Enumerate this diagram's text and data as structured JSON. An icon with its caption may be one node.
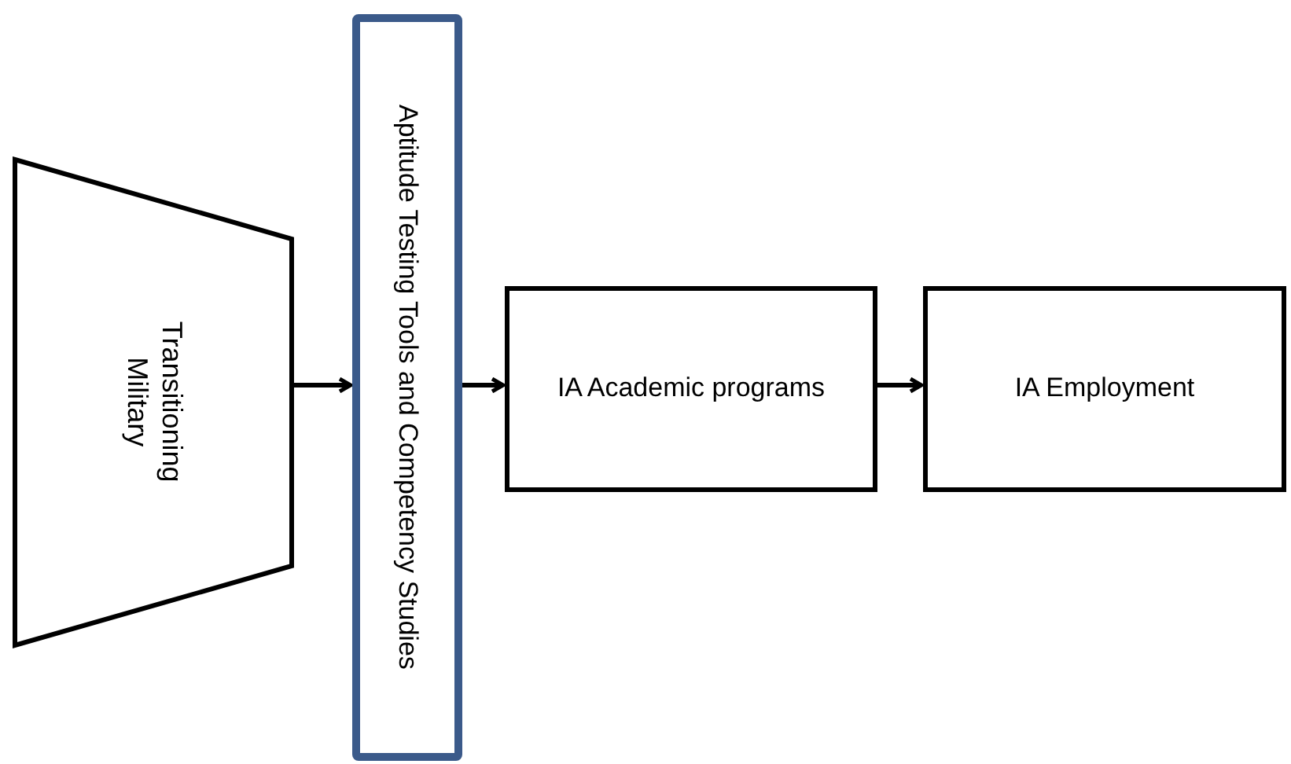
{
  "diagram": {
    "nodes": [
      {
        "text": [
          "Transitioning Military"
        ]
      },
      {
        "text": [
          "Aptitude Testing Tools and Competency Studies"
        ]
      },
      {
        "text": [
          "IA Academic programs"
        ]
      },
      {
        "text": [
          "IA Employment"
        ]
      }
    ],
    "edges": [
      {
        "from": 0,
        "to": 1,
        "arrow": "to"
      },
      {
        "from": 1,
        "to": 2,
        "arrow": "to"
      },
      {
        "from": 2,
        "to": 3,
        "arrow": "to"
      }
    ]
  }
}
